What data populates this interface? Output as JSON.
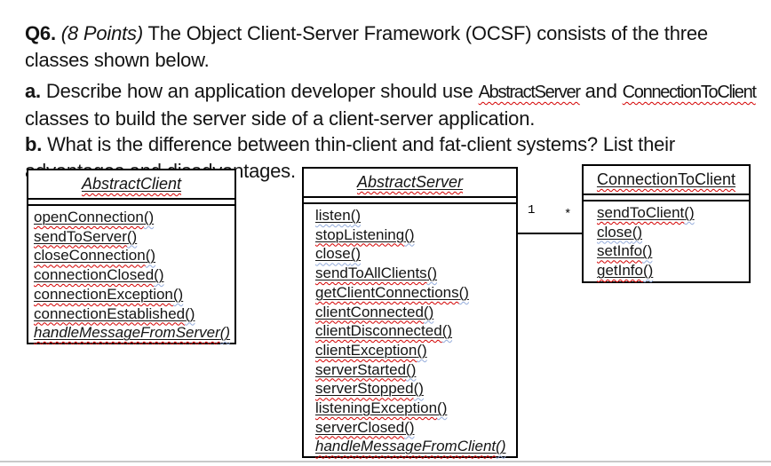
{
  "colors": {
    "squiggle_red": "#d40000",
    "squiggle_blue": "#93abdb",
    "border": "#000000",
    "page_edge": "#c9c9c9"
  },
  "intro": {
    "q_label": "Q6.",
    "q_points": "(8 Points)",
    "q_rest": "The Object Client-Server Framework (OCSF) consists of the three classes shown below.",
    "a_label": "a.",
    "a_before": "Describe how an application developer should use",
    "a_code1": "AbstractServer",
    "a_between": "and",
    "a_code2": "ConnectionToClient",
    "a_after": "classes to build the server side of a client-server application.",
    "b_label": "b.",
    "b_text": "What is the difference between thin-client and fat-client systems? List their advantages and disadvantages."
  },
  "diagram": {
    "association": {
      "from": "AbstractServer",
      "to": "ConnectionToClient",
      "multiplicity_left": "1",
      "multiplicity_right": "*"
    },
    "classes": [
      {
        "name": "AbstractClient",
        "abstract": true,
        "methods": [
          {
            "name": "openConnection",
            "suffix": "()",
            "name_squiggle": "red",
            "suffix_squiggle": "blue",
            "italic": false
          },
          {
            "name": "sendToServer",
            "suffix": "()",
            "name_squiggle": "red",
            "suffix_squiggle": "blue",
            "italic": false
          },
          {
            "name": "closeConnection",
            "suffix": "()",
            "name_squiggle": "red",
            "suffix_squiggle": "blue",
            "italic": false
          },
          {
            "name": "connectionClosed",
            "suffix": "()",
            "name_squiggle": "red",
            "suffix_squiggle": "blue",
            "italic": false
          },
          {
            "name": "connectionException",
            "suffix": "()",
            "name_squiggle": "red",
            "suffix_squiggle": "blue",
            "italic": false
          },
          {
            "name": "connectionEstablished",
            "suffix": "()",
            "name_squiggle": "red",
            "suffix_squiggle": "blue",
            "italic": false
          },
          {
            "name": "handleMessageFromServer",
            "suffix": "()",
            "name_squiggle": "red",
            "suffix_squiggle": "blue",
            "italic": true
          }
        ]
      },
      {
        "name": "AbstractServer",
        "abstract": true,
        "methods": [
          {
            "name": "listen",
            "suffix": "()",
            "name_squiggle": "blue",
            "suffix_squiggle": "blue",
            "italic": false
          },
          {
            "name": "stopListening",
            "suffix": "()",
            "name_squiggle": "red",
            "suffix_squiggle": "blue",
            "italic": false
          },
          {
            "name": "close",
            "suffix": "()",
            "name_squiggle": "blue",
            "suffix_squiggle": "blue",
            "italic": false
          },
          {
            "name": "sendToAllClients",
            "suffix": "()",
            "name_squiggle": "red",
            "suffix_squiggle": "blue",
            "italic": false
          },
          {
            "name": "getClientConnections",
            "suffix": "()",
            "name_squiggle": "red",
            "suffix_squiggle": "blue",
            "italic": false
          },
          {
            "name": "clientConnected",
            "suffix": "()",
            "name_squiggle": "red",
            "suffix_squiggle": "blue",
            "italic": false
          },
          {
            "name": "clientDisconnected",
            "suffix": "()",
            "name_squiggle": "red",
            "suffix_squiggle": "blue",
            "italic": false
          },
          {
            "name": "clientException",
            "suffix": "()",
            "name_squiggle": "red",
            "suffix_squiggle": "blue",
            "italic": false
          },
          {
            "name": "serverStarted",
            "suffix": "()",
            "name_squiggle": "red",
            "suffix_squiggle": "blue",
            "italic": false
          },
          {
            "name": "serverStopped",
            "suffix": "()",
            "name_squiggle": "red",
            "suffix_squiggle": "blue",
            "italic": false
          },
          {
            "name": "listeningException",
            "suffix": "()",
            "name_squiggle": "red",
            "suffix_squiggle": "blue",
            "italic": false
          },
          {
            "name": "serverClosed",
            "suffix": "()",
            "name_squiggle": "red",
            "suffix_squiggle": "blue",
            "italic": false
          },
          {
            "name": "handleMessageFromClient",
            "suffix": "()",
            "name_squiggle": "red",
            "suffix_squiggle": "blue",
            "italic": true
          }
        ]
      },
      {
        "name": "ConnectionToClient",
        "abstract": false,
        "methods": [
          {
            "name": "sendToClient",
            "suffix": "()",
            "name_squiggle": "red",
            "suffix_squiggle": "blue",
            "italic": false
          },
          {
            "name": "close",
            "suffix": "()",
            "name_squiggle": "blue",
            "suffix_squiggle": "blue",
            "italic": false
          },
          {
            "name": "setInfo",
            "suffix": "()",
            "name_squiggle": "red",
            "suffix_squiggle": "blue",
            "italic": false
          },
          {
            "name": "getInfo",
            "suffix": "()",
            "name_squiggle": "red",
            "suffix_squiggle": "blue",
            "italic": false
          }
        ]
      }
    ]
  }
}
